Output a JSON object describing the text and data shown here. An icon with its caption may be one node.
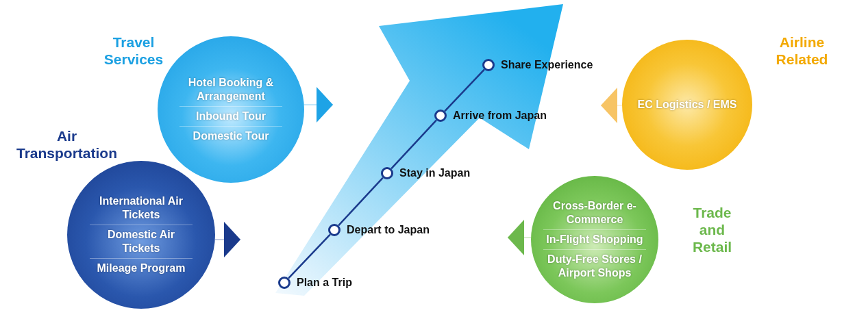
{
  "diagram": {
    "nodes": [
      {
        "text": [
          "Travel Services",
          "Hotel Booking & Arrangement",
          "Inbound Tour",
          "Domestic Tour"
        ]
      },
      {
        "text": [
          "Air Transportation",
          "International Air Tickets",
          "Domestic Air Tickets",
          "Mileage Program"
        ]
      },
      {
        "text": [],
        "shape": "arrow"
      },
      {
        "text": [
          "Share Experience"
        ],
        "in": 2
      },
      {
        "text": [
          "Arrive from Japan"
        ],
        "in": 2
      },
      {
        "text": [
          "Stay in Japan"
        ],
        "in": 2
      },
      {
        "text": [
          "Depart to Japan"
        ],
        "in": 2
      },
      {
        "text": [
          "Plan a Trip"
        ],
        "in": 2
      },
      {
        "text": [
          "Airline Related",
          "EC Logistics / EMS"
        ]
      },
      {
        "text": [
          "Trade and Retail",
          "Cross-Border e-Commerce",
          "In-Flight Shopping",
          "Duty-Free Stores / Airport Shops"
        ]
      }
    ],
    "edges": [
      {
        "from": 0,
        "to": null,
        "arrow": "to",
        "color": "#1ea3e6"
      },
      {
        "from": 1,
        "to": null,
        "arrow": "to",
        "color": "#1a3a8c"
      },
      {
        "from": 8,
        "to": null,
        "arrow": "to",
        "color": "#f7c465"
      },
      {
        "from": 9,
        "to": null,
        "arrow": "to",
        "color": "#6cb84c"
      },
      {
        "from": 3,
        "to": 4,
        "arrow": "none"
      },
      {
        "from": 4,
        "to": 5,
        "arrow": "none"
      },
      {
        "from": 5,
        "to": 6,
        "arrow": "none"
      },
      {
        "from": 6,
        "to": 7,
        "arrow": "none"
      }
    ]
  }
}
